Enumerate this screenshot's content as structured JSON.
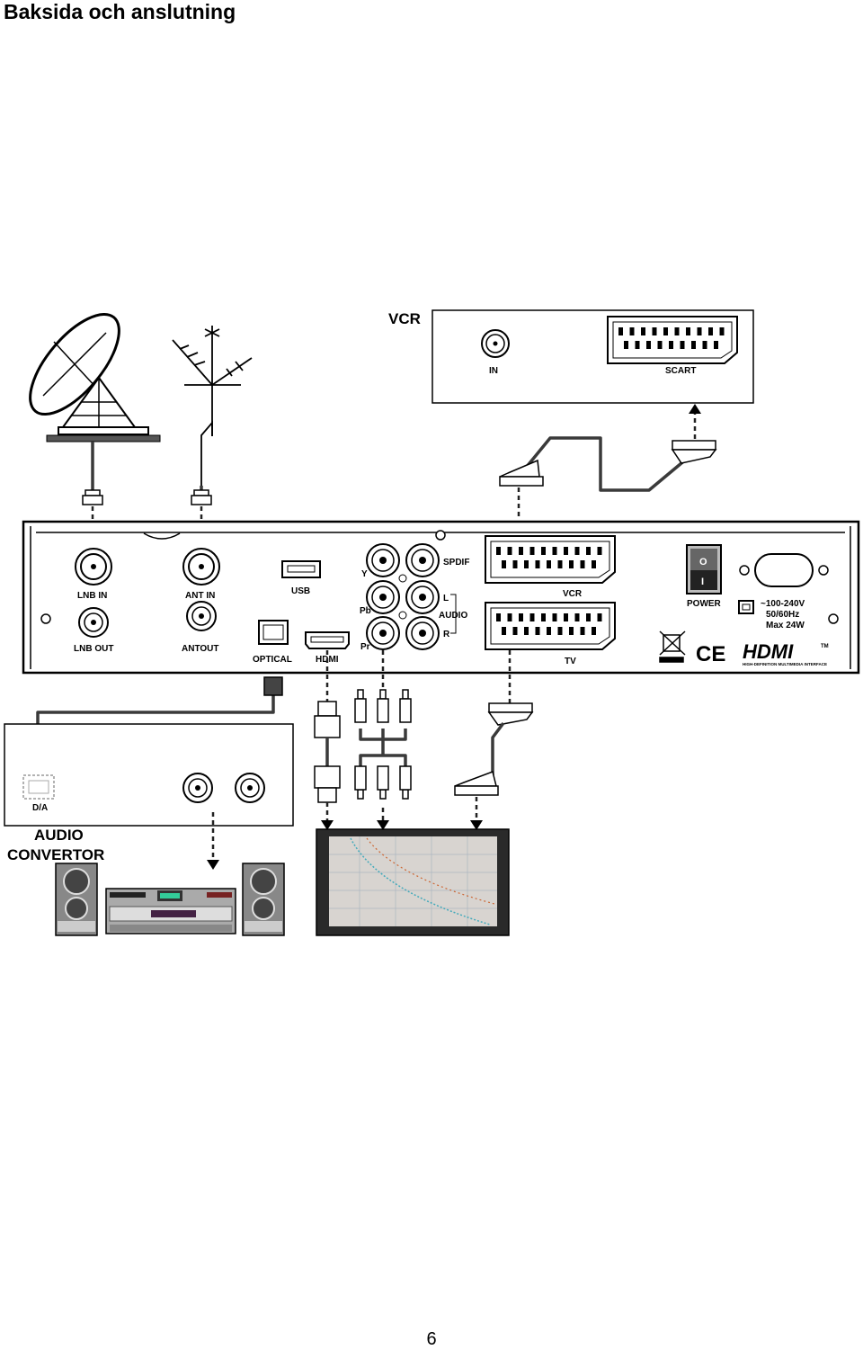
{
  "page": {
    "title": "Baksida och anslutning",
    "number": "6"
  },
  "vcr": {
    "title": "VCR",
    "in_label": "IN",
    "scart_label": "SCART"
  },
  "receiver": {
    "lnb_in": "LNB IN",
    "lnb_out": "LNB OUT",
    "ant_in": "ANT IN",
    "ant_out": "ANTOUT",
    "usb": "USB",
    "optical": "OPTICAL",
    "hdmi": "HDMI",
    "y": "Y",
    "pb": "Pb",
    "pr": "Pr",
    "spdif": "SPDIF",
    "audio": "AUDIO",
    "l": "L",
    "r": "R",
    "scart_vcr": "VCR",
    "scart_tv": "TV",
    "power": "POWER",
    "power_on": "I",
    "power_off": "O",
    "voltage": "~100-240V",
    "frequency": "50/60Hz",
    "max_power": "Max 24W",
    "ce_mark": "CE",
    "hdmi_logo": "HDMI",
    "hdmi_tagline": "HIGH-DEFINITION MULTIMEDIA INTERFACE",
    "tm": "TM"
  },
  "audio_converter": {
    "da_label": "D/A",
    "title_line1": "AUDIO",
    "title_line2": "CONVERTOR"
  },
  "icons": [
    "satellite-dish-icon",
    "antenna-icon",
    "scart-plug-icon",
    "hdmi-plug-icon",
    "rca-plug-icon",
    "speaker-icon",
    "stereo-amplifier-icon",
    "tv-icon",
    "weee-bin-icon"
  ]
}
